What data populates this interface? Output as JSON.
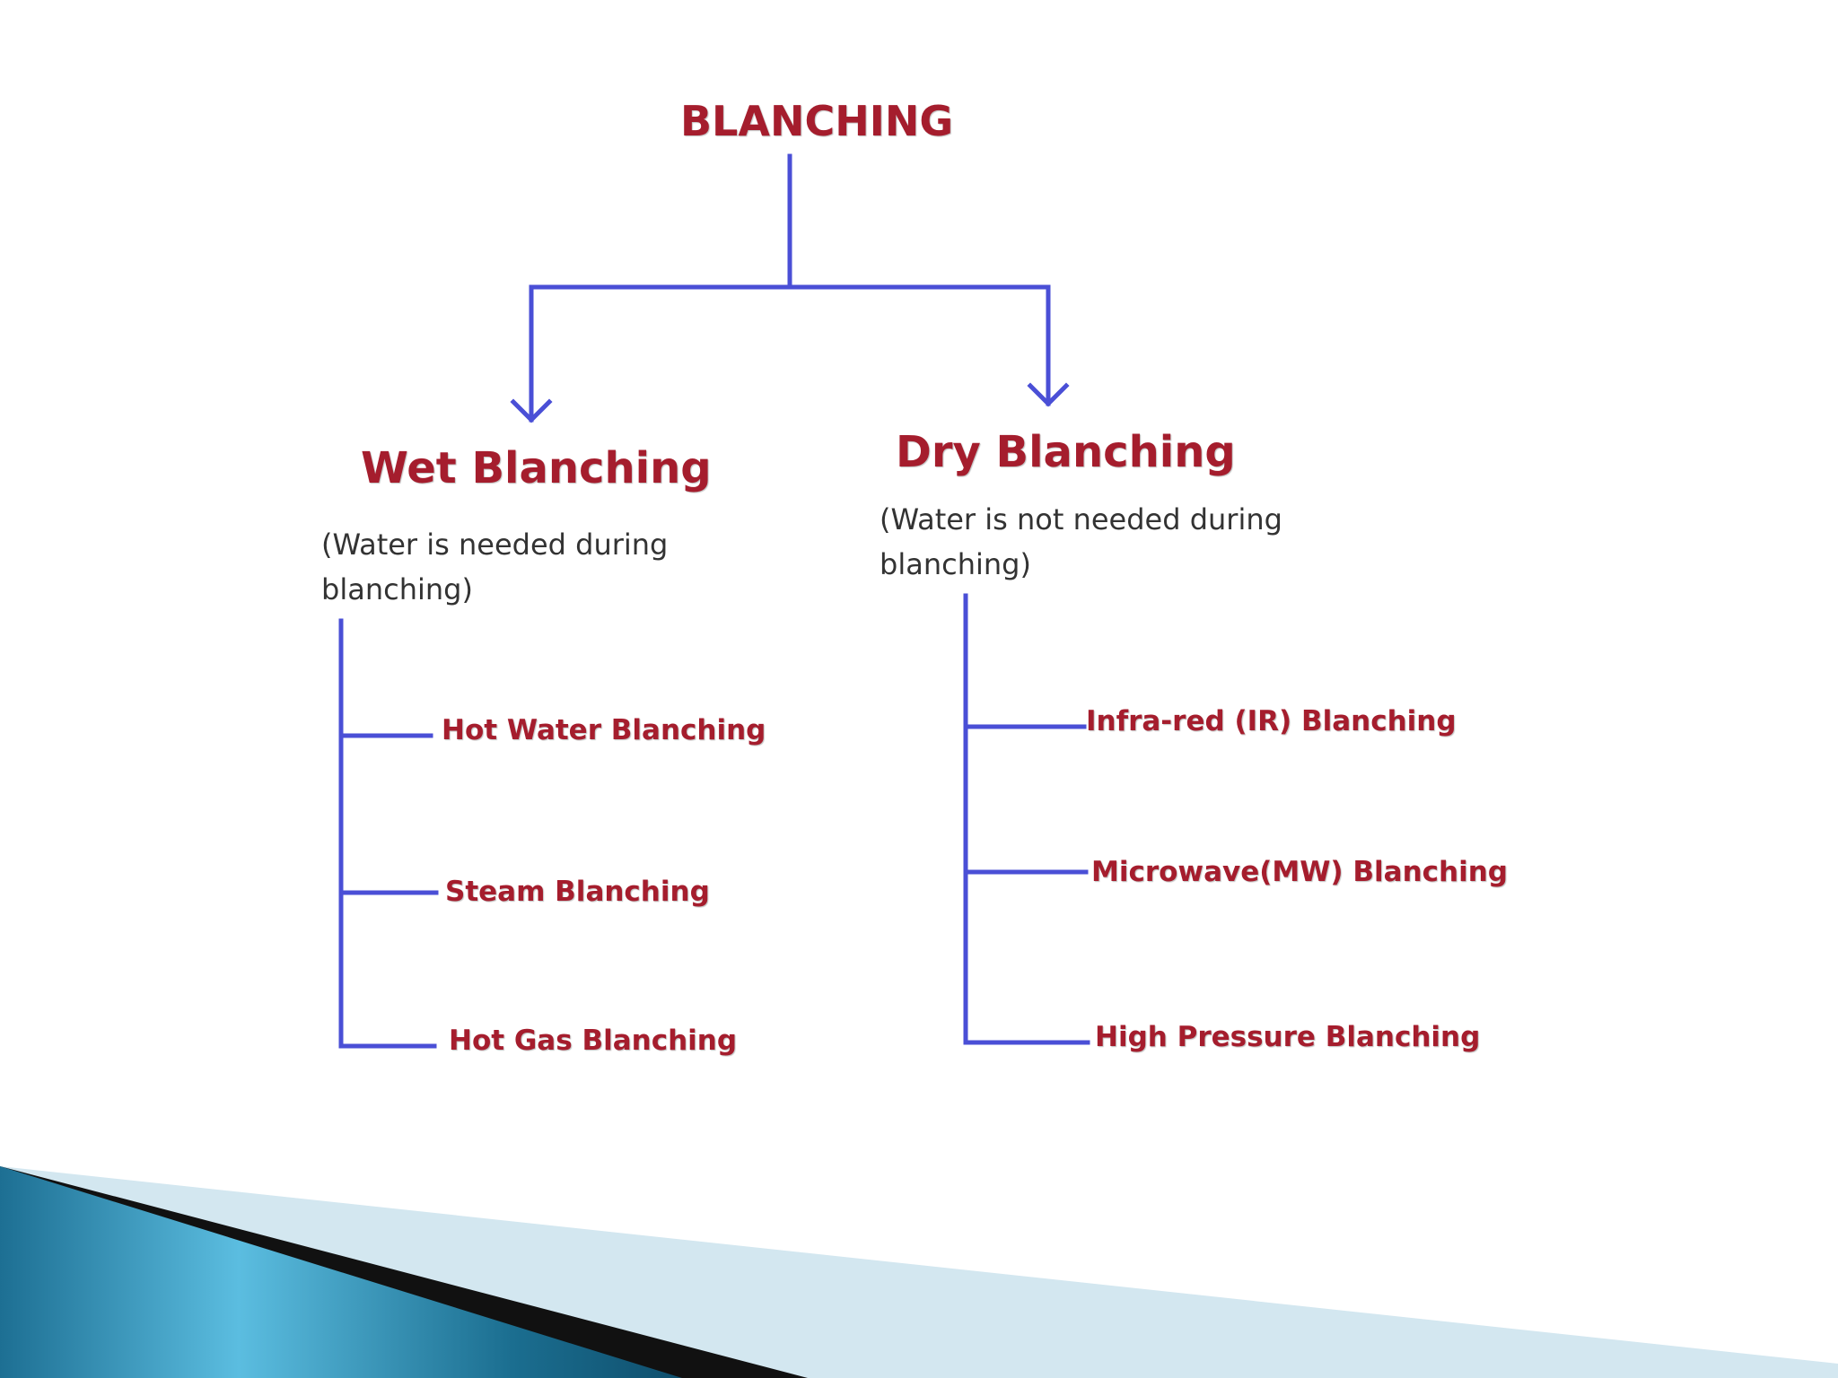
{
  "diagram": {
    "root": "BLANCHING",
    "categories": [
      {
        "name": "Wet Blanching",
        "note": "(Water is needed during blanching)",
        "methods": [
          "Hot Water Blanching",
          "Steam Blanching",
          "Hot Gas Blanching"
        ]
      },
      {
        "name": "Dry Blanching",
        "note": "(Water is not needed during blanching)",
        "methods": [
          "Infra-red (IR) Blanching",
          "Microwave(MW) Blanching",
          "High Pressure Blanching"
        ]
      }
    ]
  },
  "colors": {
    "connector": "#4a4fd6",
    "label": "#a51d2d",
    "note": "#333333",
    "accent_teal": "#2a8fb3"
  }
}
